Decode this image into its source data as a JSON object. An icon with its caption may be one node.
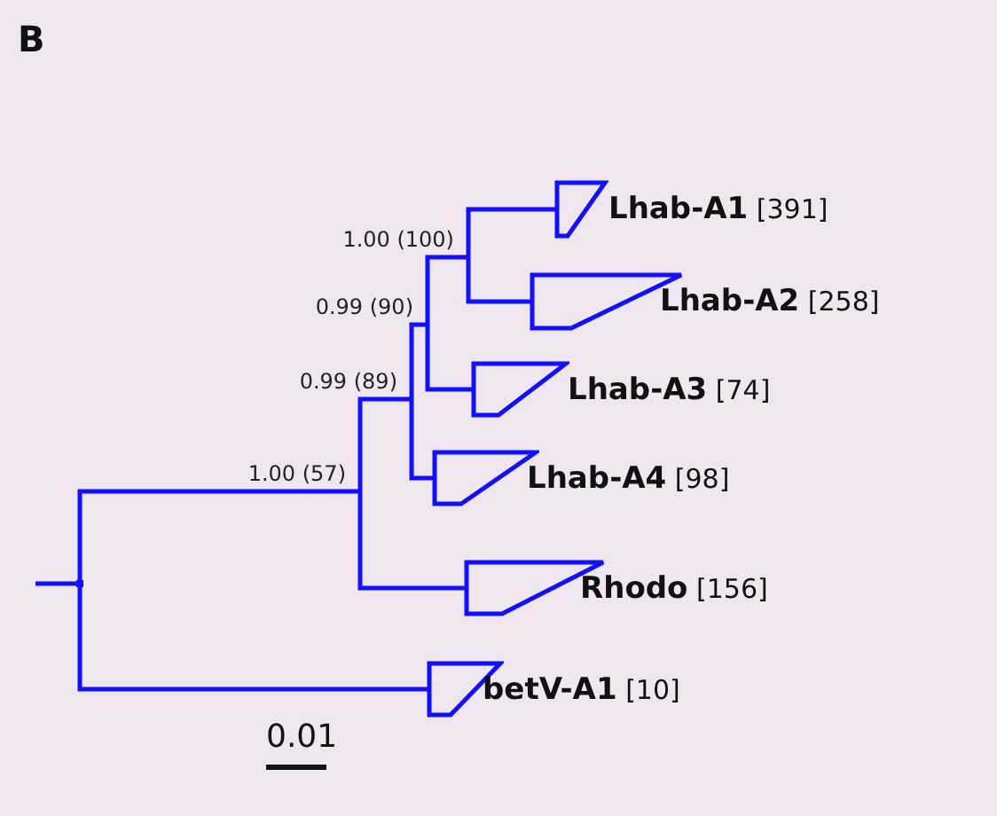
{
  "diagram": {
    "nodes": [
      {
        "text": [],
        "shape": "point"
      },
      {
        "text": [
          "1.00 (57)"
        ]
      },
      {
        "text": [
          "0.99 (89)"
        ]
      },
      {
        "text": [
          "0.99 (90)"
        ]
      },
      {
        "text": [
          "1.00 (100)"
        ]
      },
      {
        "text": [
          "**Lhab-A1** [391]"
        ]
      },
      {
        "text": [
          "**Lhab-A2** [258]"
        ]
      },
      {
        "text": [
          "**Lhab-A3** [74]"
        ]
      },
      {
        "text": [
          "**Lhab-A4** [98]"
        ]
      },
      {
        "text": [
          "**Rhodo** [156]"
        ]
      },
      {
        "text": [
          "**betV-A1** [10]"
        ]
      }
    ],
    "edges": [
      {
        "from": null,
        "to": 0,
        "arrow": "none"
      },
      {
        "from": 0,
        "to": 1,
        "arrow": "none"
      },
      {
        "from": 0,
        "to": 10,
        "arrow": "none"
      },
      {
        "from": 1,
        "to": 2,
        "arrow": "none"
      },
      {
        "from": 1,
        "to": 9,
        "arrow": "none"
      },
      {
        "from": 2,
        "to": 3,
        "arrow": "none"
      },
      {
        "from": 2,
        "to": 8,
        "arrow": "none"
      },
      {
        "from": 3,
        "to": 4,
        "arrow": "none"
      },
      {
        "from": 3,
        "to": 7,
        "arrow": "none"
      },
      {
        "from": 4,
        "to": 5,
        "arrow": "none"
      },
      {
        "from": 4,
        "to": 6,
        "arrow": "none"
      }
    ],
    "labels": [
      "B",
      "0.01"
    ]
  }
}
